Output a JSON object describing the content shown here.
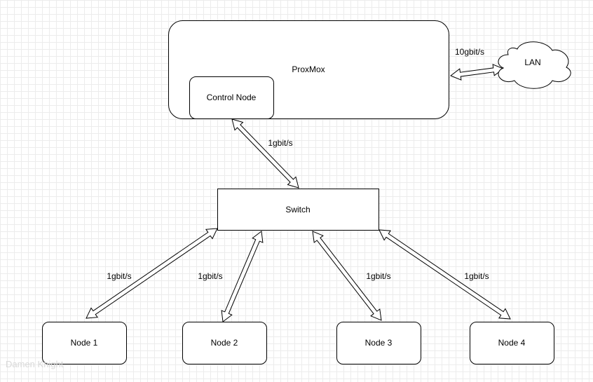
{
  "nodes": {
    "proxmox": "ProxMox",
    "control": "Control Node",
    "lan": "LAN",
    "switch": "Switch",
    "node1": "Node 1",
    "node2": "Node 2",
    "node3": "Node 3",
    "node4": "Node 4"
  },
  "links": {
    "lan": "10gbit/s",
    "control_switch": "1gbit/s",
    "switch_node1": "1gbit/s",
    "switch_node2": "1gbit/s",
    "switch_node3": "1gbit/s",
    "switch_node4": "1gbit/s"
  },
  "watermark": "Damen Knight"
}
